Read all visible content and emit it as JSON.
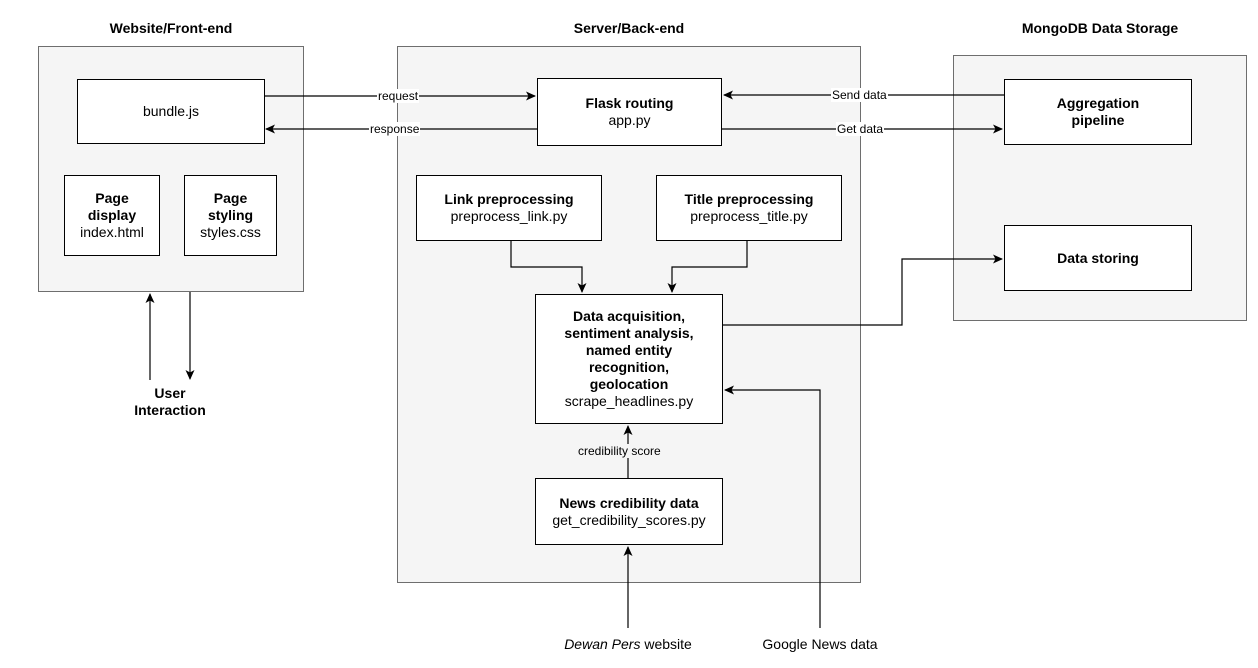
{
  "headings": {
    "frontend": "Website/Front-end",
    "backend": "Server/Back-end",
    "storage": "MongoDB Data Storage"
  },
  "nodes": {
    "bundle": {
      "file": "bundle.js"
    },
    "page_display": {
      "title_line1": "Page",
      "title_line2": "display",
      "file": "index.html"
    },
    "page_styling": {
      "title_line1": "Page",
      "title_line2": "styling",
      "file": "styles.css"
    },
    "flask": {
      "title": "Flask routing",
      "file": "app.py"
    },
    "link_pre": {
      "title": "Link preprocessing",
      "file": "preprocess_link.py"
    },
    "title_pre": {
      "title": "Title preprocessing",
      "file": "preprocess_title.py"
    },
    "data_acq": {
      "lines": [
        "Data acquisition,",
        "sentiment analysis,",
        "named entity",
        "recognition,",
        "geolocation"
      ],
      "file": "scrape_headlines.py"
    },
    "news_cred": {
      "title": "News credibility data",
      "file": "get_credibility_scores.py"
    },
    "aggregation": {
      "title_line1": "Aggregation",
      "title_line2": "pipeline"
    },
    "data_storing": {
      "title": "Data storing"
    }
  },
  "edges": {
    "request": "request",
    "response": "response",
    "send_data": "Send data",
    "get_data": "Get data",
    "credibility_score": "credibility score"
  },
  "external": {
    "user_line1": "User",
    "user_line2": "Interaction",
    "dewan_italic": "Dewan Pers",
    "dewan_rest": " website",
    "google_news": "Google News data"
  }
}
